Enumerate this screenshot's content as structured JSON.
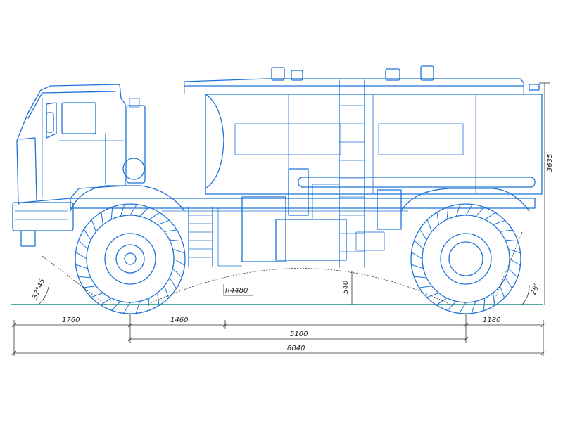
{
  "colors": {
    "line": "#1e73d8",
    "ground": "#1a8f86",
    "dimension": "#333333"
  },
  "dimensions": {
    "front_overhang": "1760",
    "axle_offset": "1460",
    "wheelbase": "5100",
    "rear_overhang": "1180",
    "overall_length": "8040",
    "height": "3635",
    "ground_clearance": "540",
    "ramp_radius": "R4480",
    "approach_angle": "37°45",
    "departure_angle": "28°"
  }
}
